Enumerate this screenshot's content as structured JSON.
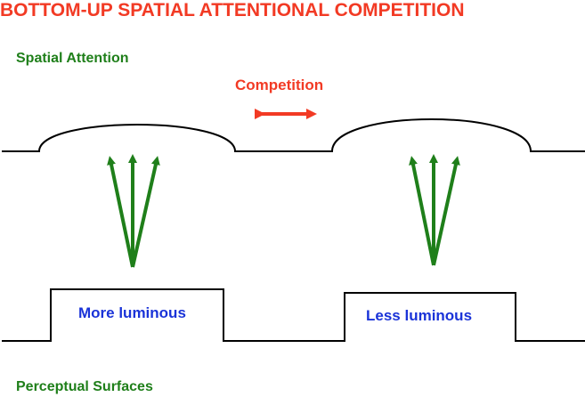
{
  "title": "BOTTOM-UP SPATIAL ATTENTIONAL COMPETITION",
  "labels": {
    "spatial_attention": "Spatial Attention",
    "competition": "Competition",
    "perceptual_surfaces": "Perceptual Surfaces",
    "more_luminous": "More luminous",
    "less_luminous": "Less luminous"
  },
  "colors": {
    "title_red": "#f23a24",
    "arrow_red": "#f23a24",
    "arrow_green": "#1f7f1a",
    "label_green": "#1f7f1a",
    "label_blue": "#1a33d8",
    "line_black": "#000000"
  }
}
